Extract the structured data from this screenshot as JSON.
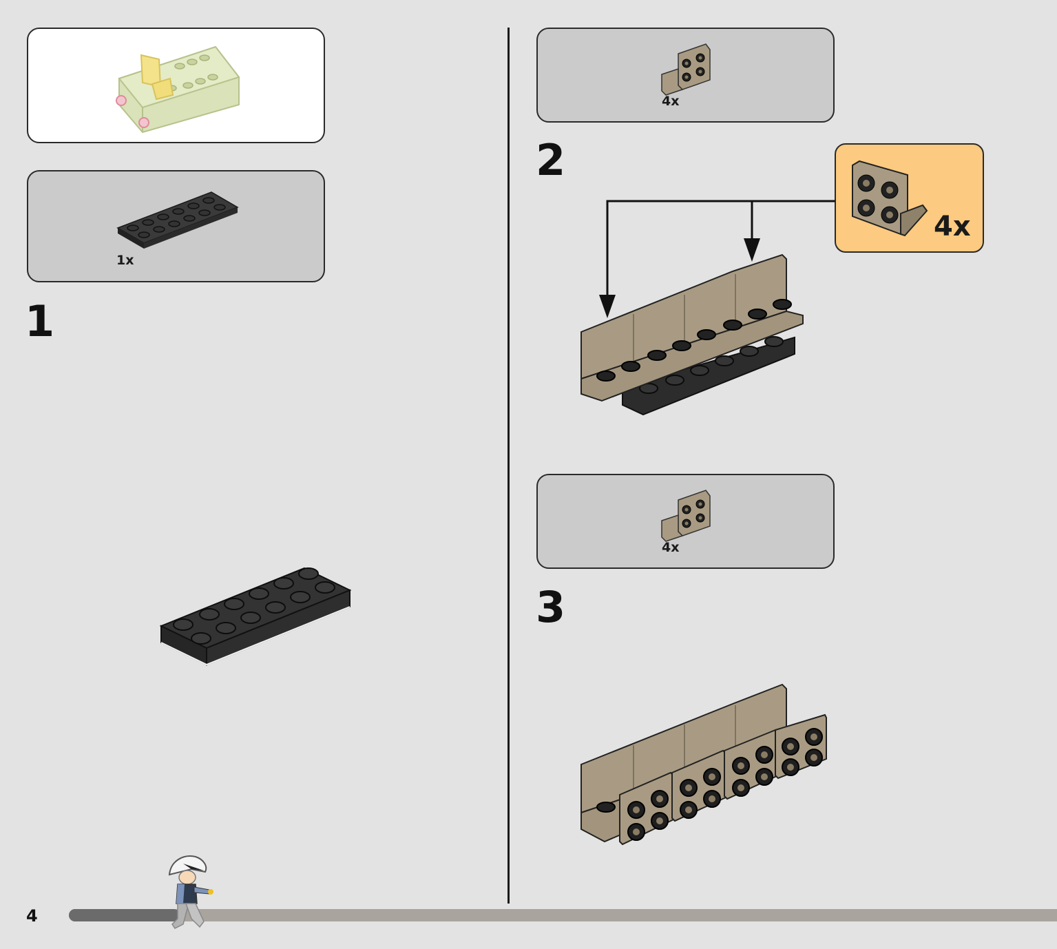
{
  "page": {
    "number": "4",
    "progress": 0.11
  },
  "steps": [
    {
      "number": "1",
      "parts": [
        {
          "qty": "1x",
          "name": "black-plate-2x6"
        }
      ]
    },
    {
      "number": "2",
      "parts": [
        {
          "qty": "4x",
          "name": "tan-bracket-1x2-2x2"
        }
      ],
      "callout_qty": "4x"
    },
    {
      "number": "3",
      "parts": [
        {
          "qty": "4x",
          "name": "tan-bracket-1x2-2x2"
        }
      ]
    }
  ],
  "colors": {
    "background": "#e3e3e3",
    "parts_panel": "#cbcbcb",
    "callout": "#fcca80",
    "tan": "#a99b83",
    "black_brick": "#2b2b2b"
  }
}
